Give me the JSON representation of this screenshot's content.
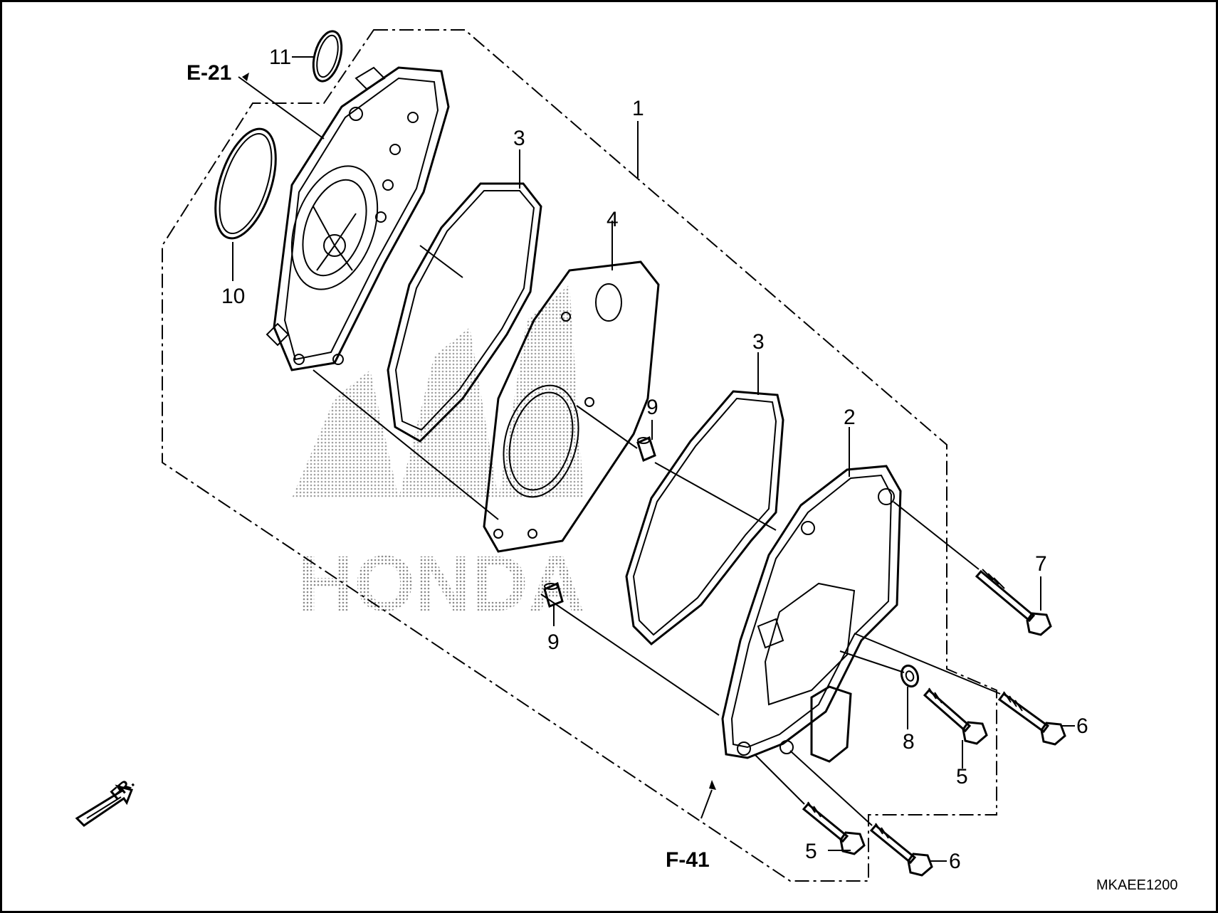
{
  "watermark": {
    "text": "HONDA"
  },
  "refs": {
    "e21": "E-21",
    "f41": "F-41"
  },
  "direction": {
    "fr": "FR."
  },
  "code": "MKAEE1200",
  "callouts": {
    "c1": "1",
    "c2": "2",
    "c3a": "3",
    "c3b": "3",
    "c4": "4",
    "c5a": "5",
    "c5b": "5",
    "c6a": "6",
    "c6b": "6",
    "c7": "7",
    "c8": "8",
    "c9a": "9",
    "c9b": "9",
    "c10": "10",
    "c11": "11"
  }
}
